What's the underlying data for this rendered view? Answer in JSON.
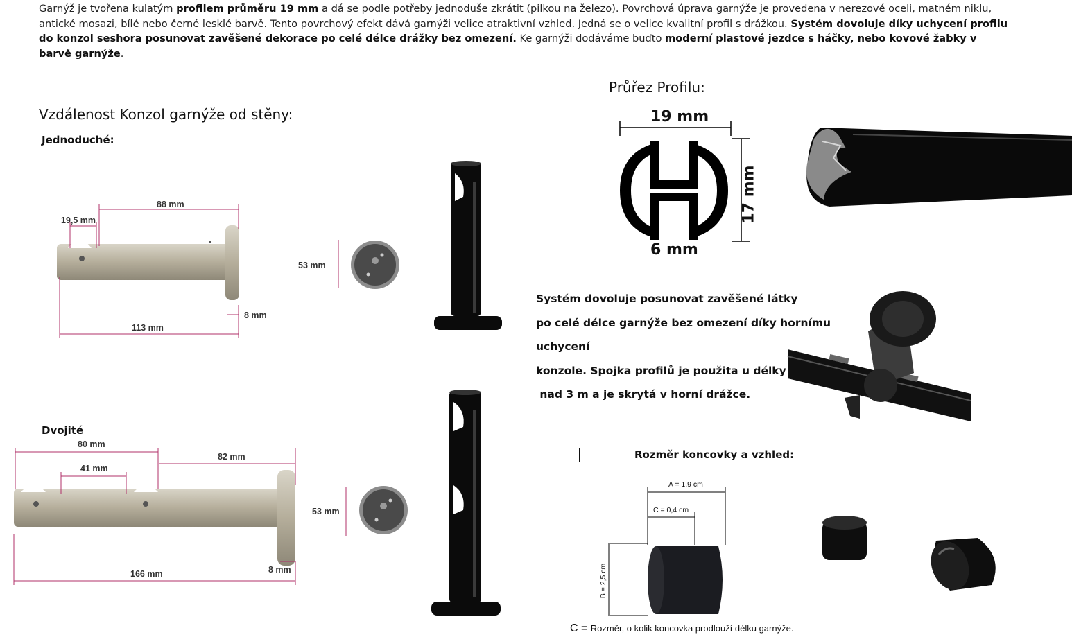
{
  "intro": {
    "p1": "Garnýž je tvořena kulatým ",
    "b1": "profilem průměru 19 mm",
    "p2": " a dá se podle potřeby jednoduše zkrátit (pilkou na železo). Povrchová úprava garnýže je provedena v nerezové oceli, matném niklu, antické mosazi, bílé nebo černé lesklé barvě. Tento povrchový efekt dává garnýži velice atraktivní vzhled. Jedná se o velice kvalitní profil s drážkou. ",
    "b2": "Systém dovoluje díky uchycení profilu do konzol seshora posunovat zavěšené dekorace po celé délce drážky bez omezení.",
    "p3": " Ke garnýži dodáváme buďto ",
    "b3": "moderní plastové jezdce s háčky, nebo kovové žabky v barvě garnýže",
    "p4": "."
  },
  "brackets": {
    "heading": "Vzdálenost Konzol garnýže od stěny:",
    "single_label": "Jednoduché:",
    "double_label": "Dvojité",
    "single_dims": {
      "d1": "19,5 mm",
      "d2": "88 mm",
      "d3": "113 mm",
      "d4": "8 mm",
      "d5": "53 mm"
    },
    "double_dims": {
      "d1": "80 mm",
      "d2": "41 mm",
      "d3": "82 mm",
      "d4": "166 mm",
      "d5": "8 mm",
      "d6": "53 mm"
    }
  },
  "profile": {
    "heading": "Průřez Profilu:",
    "w": "19 mm",
    "h": "17 mm",
    "slot": "6 mm"
  },
  "system_text": {
    "l1": "Systém dovoluje posunovat zavěšené látky",
    "l2": "po celé délce garnýže bez omezení díky hornímu uchycení",
    "l3": "konzole. Spojka profilů je použita u délky",
    "l4": " nad 3 m a je skrytá v horní drážce."
  },
  "endcap": {
    "heading": "Rozměr koncovky a vzhled:",
    "a": "A = 1,9 cm",
    "c": "C = 0,4 cm",
    "b": "B = 2,5 cm",
    "caption_c": "C = ",
    "caption": "Rozměr, o kolik koncovka prodlouží délku garnýže."
  },
  "colors": {
    "dim_line": "#b0306a",
    "black": "#111111",
    "nickel": "#b9b3a2"
  }
}
